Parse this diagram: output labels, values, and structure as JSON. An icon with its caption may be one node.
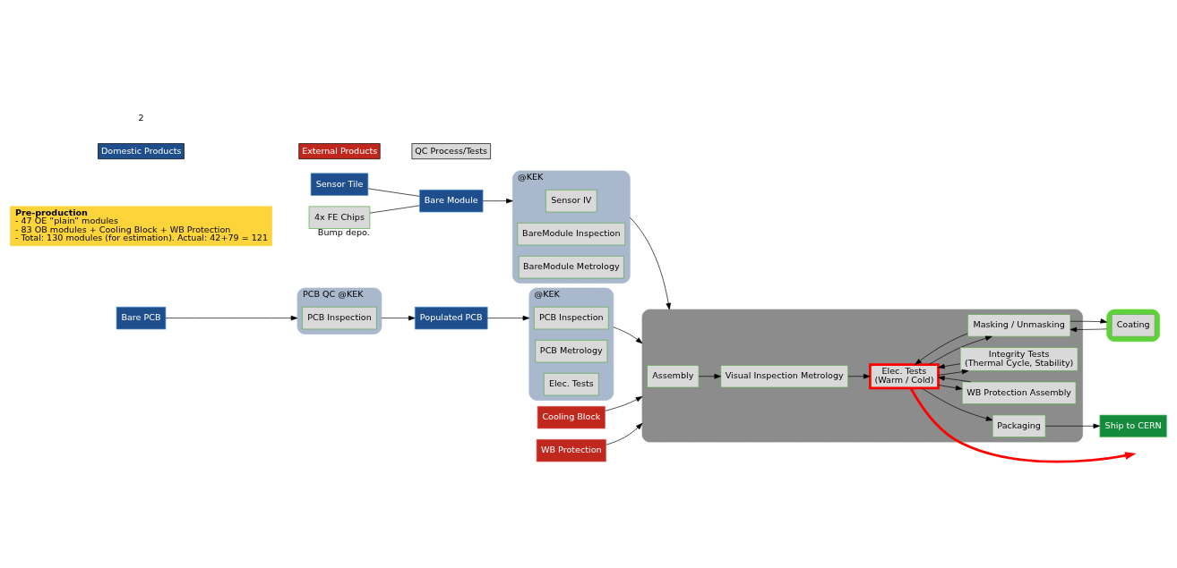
{
  "diagram": {
    "nodes": [
      {
        "text": [
          "Sensor Tile"
        ]
      },
      {
        "text": [
          "4x FE Chips"
        ],
        "beside": [
          "Bump depo."
        ]
      },
      {
        "text": [
          "Bare Module"
        ]
      },
      {
        "text": [
          "@KEK"
        ]
      },
      {
        "text": [
          "Sensor IV"
        ],
        "in": 3
      },
      {
        "text": [
          "BareModule Inspection"
        ],
        "in": 3
      },
      {
        "text": [
          "BareModule Metrology"
        ],
        "in": 3
      },
      {
        "text": [
          "Bare PCB"
        ]
      },
      {
        "text": [
          "PCB QC @KEK"
        ]
      },
      {
        "text": [
          "PCB Inspection"
        ],
        "in": 8
      },
      {
        "text": [
          "Populated PCB"
        ]
      },
      {
        "text": [
          "@KEK"
        ]
      },
      {
        "text": [
          "PCB Inspection"
        ],
        "in": 11
      },
      {
        "text": [
          "PCB Metrology"
        ],
        "in": 11
      },
      {
        "text": [
          "Elec. Tests"
        ],
        "in": 11
      },
      {
        "text": [
          "Cooling Block"
        ]
      },
      {
        "text": [
          "WB Protection"
        ]
      },
      {
        "text": [],
        "shape": "box"
      },
      {
        "text": [
          "Assembly"
        ],
        "in": 17
      },
      {
        "text": [
          "Visual Inspection Metrology"
        ],
        "in": 17
      },
      {
        "text": [
          "Elec. Tests",
          "(Warm / Cold)"
        ],
        "in": 17
      },
      {
        "text": [
          "Masking / Unmasking"
        ],
        "in": 17
      },
      {
        "text": [
          "WB Protection Assembly"
        ],
        "in": 17
      },
      {
        "text": [
          "Integrity Tests",
          "(Thermal Cycle, Stability)"
        ],
        "in": 17
      },
      {
        "text": [
          "Packaging"
        ],
        "in": 17
      },
      {
        "text": [],
        "shape": "box"
      },
      {
        "text": [
          "Coating"
        ],
        "in": 25
      },
      {
        "text": [
          "Ship to CERN"
        ]
      },
      {
        "text": [
          "Pre-production",
          "- 47 OE “plain” modules",
          "- 83 OB modules + Cooling Block + WB Protection",
          "- Total: 130 modules (for estimation). Actual: 42+79 = 121"
        ]
      }
    ],
    "edges": [
      {
        "from": 0,
        "to": 2,
        "arrow": "none"
      },
      {
        "from": 1,
        "to": 2,
        "arrow": "none"
      },
      {
        "from": 2,
        "to": 3,
        "arrow": "to"
      },
      {
        "from": 3,
        "to": 17,
        "arrow": "to"
      },
      {
        "from": 7,
        "to": 8,
        "arrow": "to"
      },
      {
        "from": 8,
        "to": 10,
        "arrow": "to"
      },
      {
        "from": 10,
        "to": 11,
        "arrow": "to"
      },
      {
        "from": 11,
        "to": 17,
        "arrow": "to"
      },
      {
        "from": 15,
        "to": 17,
        "arrow": "to"
      },
      {
        "from": 16,
        "to": 17,
        "arrow": "to"
      },
      {
        "from": 18,
        "to": 19,
        "arrow": "to"
      },
      {
        "from": 19,
        "to": 20,
        "arrow": "to"
      },
      {
        "from": 20,
        "to": 21,
        "arrow": "to"
      },
      {
        "from": 20,
        "to": 22,
        "arrow": "to"
      },
      {
        "from": 20,
        "to": 23,
        "arrow": "to"
      },
      {
        "from": 20,
        "to": 24,
        "arrow": "to"
      },
      {
        "from": 21,
        "to": 20,
        "arrow": "to"
      },
      {
        "from": 22,
        "to": 20,
        "arrow": "to"
      },
      {
        "from": 23,
        "to": 20,
        "arrow": "to"
      },
      {
        "from": 21,
        "to": 25,
        "arrow": "to"
      },
      {
        "from": 25,
        "to": 21,
        "arrow": "to"
      },
      {
        "from": 24,
        "to": 27,
        "arrow": "to"
      },
      {
        "from": 20,
        "to": null,
        "arrow": "to",
        "style": "thick",
        "color": "#ff0000"
      }
    ],
    "labels": [
      "2"
    ],
    "legend": [
      {
        "text": "Domestic Products",
        "color": "#1f4e8c"
      },
      {
        "text": "External Products",
        "color": "#c0281e"
      },
      {
        "text": "QC Process/Tests",
        "color": "#d9d9d9"
      }
    ]
  }
}
